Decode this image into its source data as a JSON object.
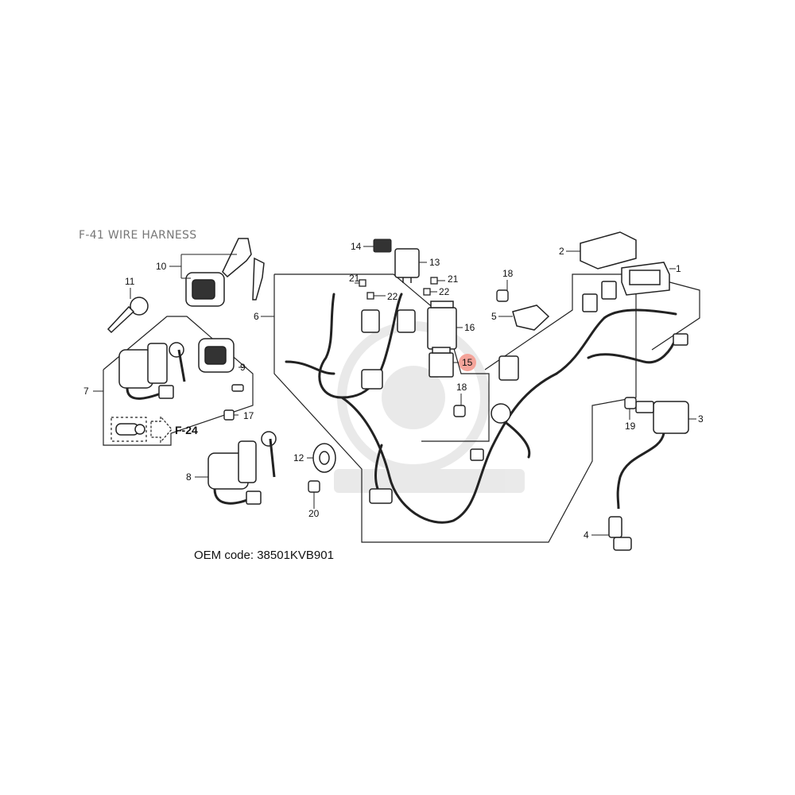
{
  "title": "F-41 WIRE HARNESS",
  "oem_code": "OEM code: 38501KVB901",
  "reference": "F-24",
  "highlighted_part": "15",
  "highlight_color": "#f4a49a",
  "parts": [
    "1",
    "2",
    "3",
    "4",
    "5",
    "6",
    "7",
    "8",
    "9",
    "10",
    "11",
    "12",
    "13",
    "14",
    "15",
    "16",
    "17",
    "18",
    "19",
    "20",
    "21",
    "22"
  ]
}
